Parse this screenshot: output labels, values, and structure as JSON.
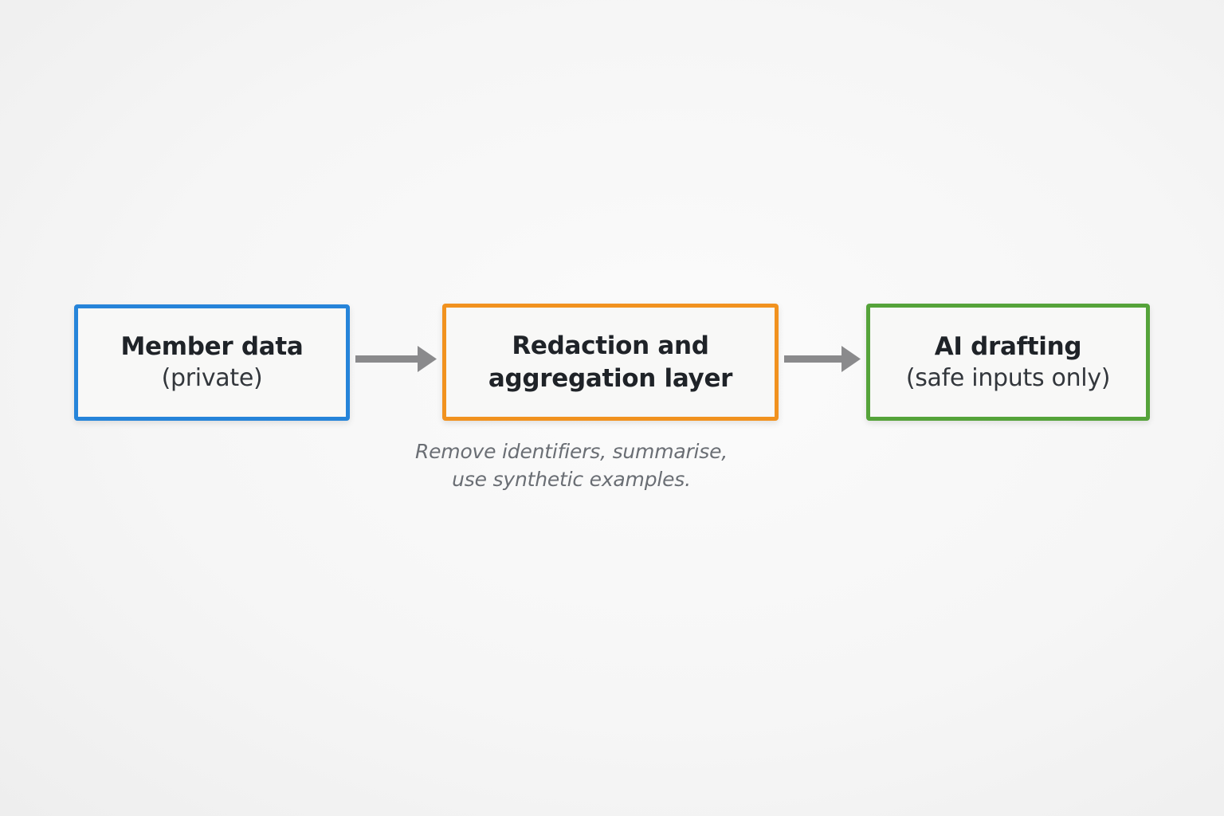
{
  "diagram": {
    "boxes": [
      {
        "id": "private",
        "title": "Member data",
        "subtitle": "(private)",
        "border_color": "#2684d9"
      },
      {
        "id": "redaction",
        "title_line1": "Redaction and",
        "title_line2": "aggregation layer",
        "border_color": "#f1921f"
      },
      {
        "id": "ai",
        "title": "AI drafting",
        "subtitle": "(safe inputs only)",
        "border_color": "#55a33a"
      }
    ],
    "arrow_color": "#8a8a8c",
    "note_line1": "Remove identifiers, summarise,",
    "note_line2": "use synthetic examples."
  }
}
